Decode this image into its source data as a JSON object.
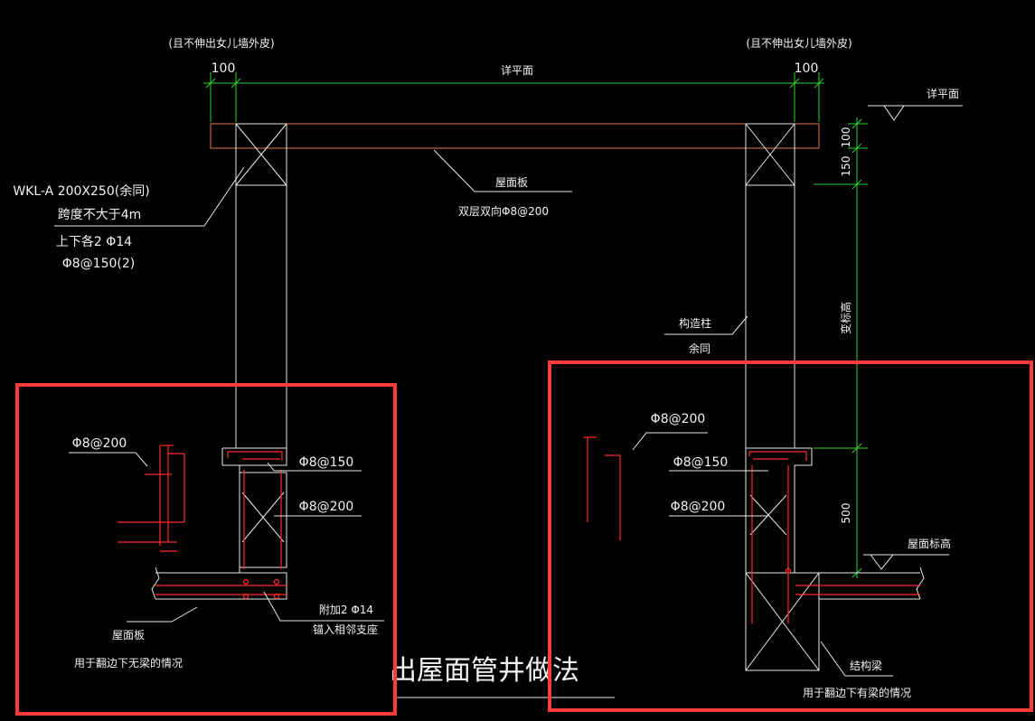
{
  "dims": {
    "left_top_note": "(且不伸出女儿墙外皮)",
    "right_top_note": "(且不伸出女儿墙外皮)",
    "left_dim": "100",
    "right_dim": "100",
    "center_dim": "详平面",
    "vert_150": "150",
    "vert_100": "100",
    "vert_height": "变标高",
    "vert_500": "500",
    "elev_label": "详平面",
    "roof_elev": "屋面标高"
  },
  "labels": {
    "beam_1": "WKL-A 200X250(余同)",
    "beam_2": "跨度不大于4m",
    "beam_3": "上下各2 Φ14",
    "beam_4": "Φ8@150(2)",
    "slab_1": "屋面板",
    "slab_2": "双层双向Φ8@200",
    "col_1": "构造柱",
    "col_2": "余同"
  },
  "left_detail": {
    "rebar_a": "Φ8@200",
    "rebar_b": "Φ8@150",
    "rebar_c": "Φ8@200",
    "add_1": "附加2 Φ14",
    "add_2": "锚入相邻支座",
    "slab": "屋面板",
    "case": "用于翻边下无梁的情况"
  },
  "right_detail": {
    "rebar_a": "Φ8@200",
    "rebar_b": "Φ8@150",
    "rebar_c": "Φ8@200",
    "beam": "结构梁",
    "case": "用于翻边下有梁的情况"
  },
  "title": "出屋面管井做法",
  "colors": {
    "background": "#000000",
    "dimension": "#2fd52f",
    "rebar": "#ff2a2a",
    "slab": "#e07a4c",
    "highlight": "#ff3b3b",
    "line": "#e8e8e8"
  }
}
